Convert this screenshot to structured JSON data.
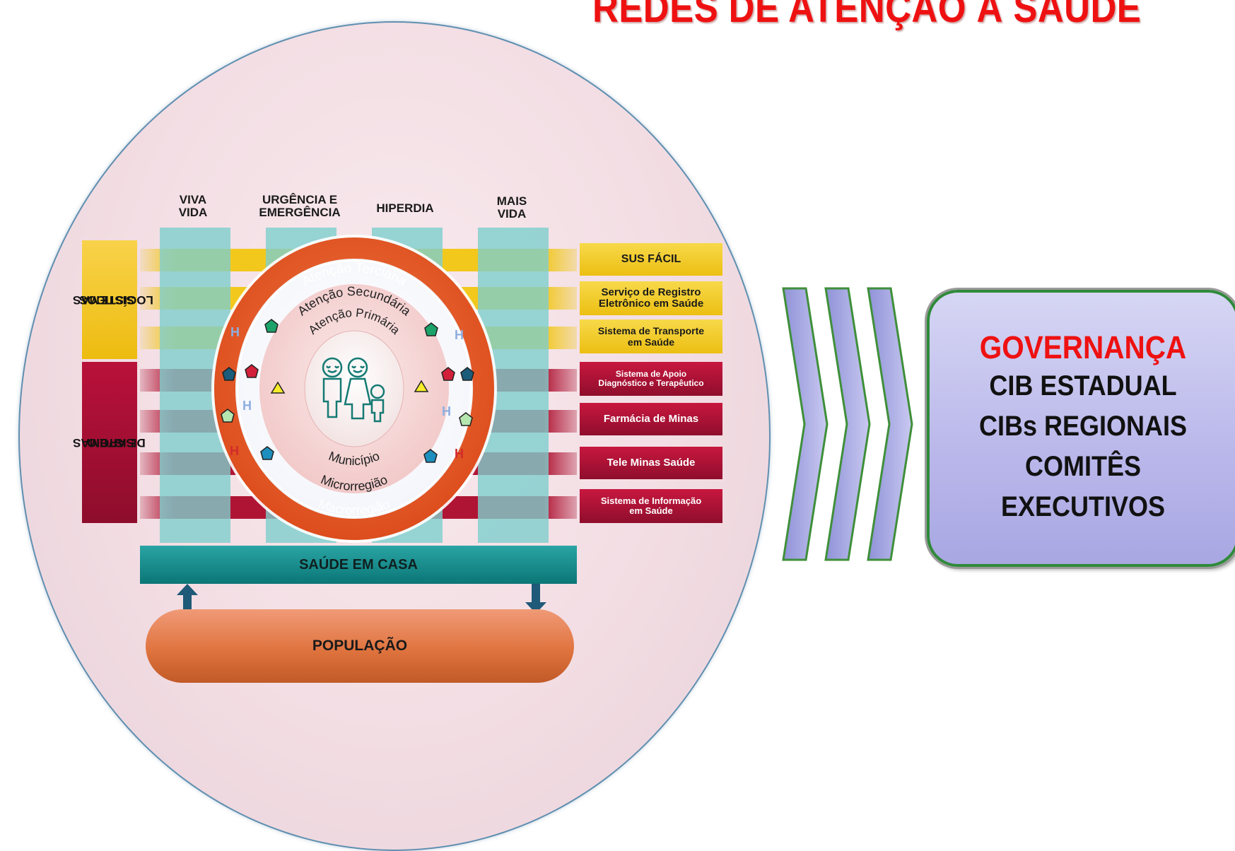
{
  "title": "REDES DE ATENÇÃO À SAÚDE",
  "columns": {
    "c1": [
      "VIVA",
      "VIDA"
    ],
    "c2": [
      "URGÊNCIA E",
      "EMERGÊNCIA"
    ],
    "c3": [
      "HIPERDIA"
    ],
    "c4": [
      "MAIS",
      "VIDA"
    ]
  },
  "side_labels": {
    "logistic": [
      "SISTEMAS",
      "LOGÍSTICOS"
    ],
    "support": [
      "SISTEMAS",
      "DE APOIO"
    ]
  },
  "logistic_systems": [
    [
      "SUS FÁCIL"
    ],
    [
      "Serviço de Registro",
      "Eletrônico em Saúde"
    ],
    [
      "Sistema de Transporte",
      "em Saúde"
    ]
  ],
  "support_systems": [
    [
      "Sistema de Apoio",
      "Diagnóstico e Terapêutico"
    ],
    [
      "Farmácia de Minas"
    ],
    [
      "Tele Minas  Saúde"
    ],
    [
      "Sistema de Informação",
      "em Saúde"
    ]
  ],
  "rings": {
    "outer_top": "Atenção Terciária",
    "middle_top": "Atenção Secundária",
    "inner_top": "Atenção Primária",
    "inner_bottom": "Município",
    "middle_bottom": "Microrregião",
    "outer_bottom": "Macrorregião"
  },
  "hospital_symbol": "H",
  "home_care": "SAÚDE EM CASA",
  "population": "POPULAÇÃO",
  "governance": {
    "heading": "GOVERNANÇA",
    "items": [
      "CIB ESTADUAL",
      "CIBs REGIONAIS",
      "COMITÊS",
      "EXECUTIVOS"
    ]
  },
  "colors": {
    "title": "#ee1111",
    "logistic": "#f2c81d",
    "support": "#b01434",
    "teal": "#7ecfcd",
    "ring_orange": "#e8582a",
    "population": "#e0743f",
    "governance_bg": "#b9b7ea",
    "governance_border": "#2f8a3a"
  },
  "icons": [
    "family-icon",
    "pentagon-icon",
    "triangle-icon",
    "hospital-icon",
    "chevron-arrow-icon",
    "up-arrow-icon",
    "down-arrow-icon"
  ]
}
